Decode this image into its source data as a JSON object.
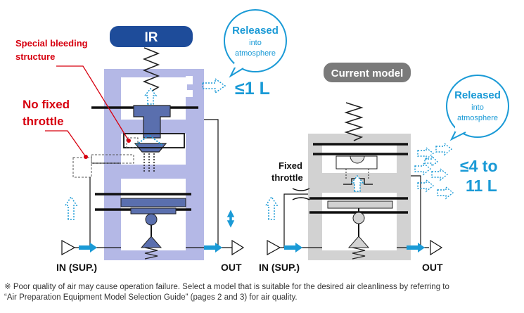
{
  "ir": {
    "title": "IR",
    "callout_special": [
      "Special bleeding",
      "structure"
    ],
    "callout_throttle": [
      "No fixed",
      "throttle"
    ],
    "bubble": [
      "Released",
      "into",
      "atmosphere"
    ],
    "release_value": "≤1 L",
    "in_label": "IN (SUP.)",
    "out_label": "OUT"
  },
  "current": {
    "title": "Current model",
    "bubble": [
      "Released",
      "into",
      "atmosphere"
    ],
    "release_value": [
      "≤4 to",
      "11 L"
    ],
    "fixed_throttle": [
      "Fixed",
      "throttle"
    ],
    "in_label": "IN (SUP.)",
    "out_label": "OUT"
  },
  "footnote": [
    "※ Poor quality of air may cause operation failure. Select a model that is suitable for the desired air cleanliness by referring to",
    "“Air Preparation Equipment Model Selection Guide” (pages 2 and 3) for air quality."
  ],
  "colors": {
    "ir_body": "#b4b8e6",
    "ir_part": "#5a6fae",
    "ir_badge": "#1e4c9a",
    "current_body": "#d2d2d2",
    "current_badge": "#7a7a7a",
    "accent_blue": "#1a9ad6",
    "callout_red": "#d7000f"
  }
}
